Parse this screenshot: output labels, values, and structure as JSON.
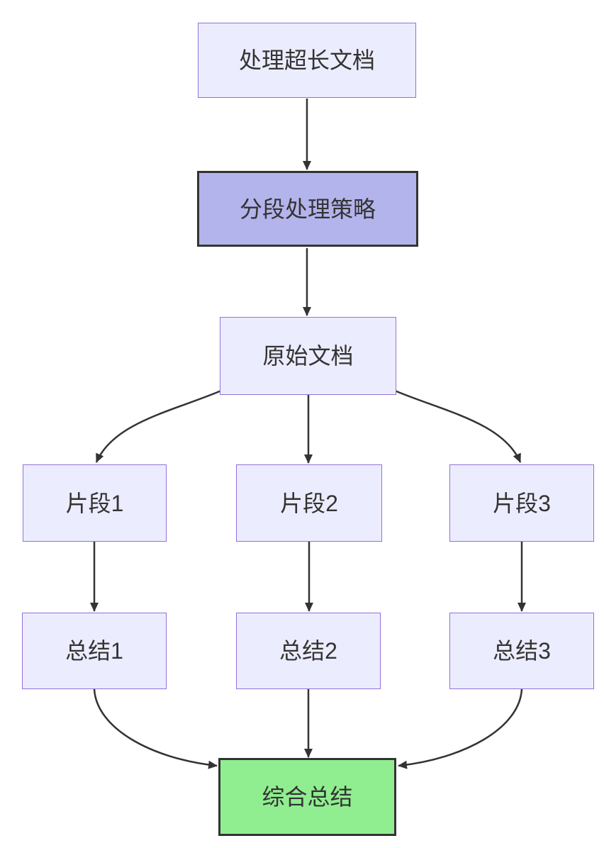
{
  "diagram": {
    "type": "flowchart-top-down",
    "nodes": {
      "task": {
        "label": "处理超长文档",
        "style": "default"
      },
      "strategy": {
        "label": "分段处理策略",
        "style": "highlight"
      },
      "source": {
        "label": "原始文档",
        "style": "default"
      },
      "seg1": {
        "label": "片段1",
        "style": "default"
      },
      "seg2": {
        "label": "片段2",
        "style": "default"
      },
      "seg3": {
        "label": "片段3",
        "style": "default"
      },
      "sum1": {
        "label": "总结1",
        "style": "default"
      },
      "sum2": {
        "label": "总结2",
        "style": "default"
      },
      "sum3": {
        "label": "总结3",
        "style": "default"
      },
      "final": {
        "label": "综合总结",
        "style": "success"
      }
    },
    "edges": [
      {
        "from": "task",
        "to": "strategy"
      },
      {
        "from": "strategy",
        "to": "source"
      },
      {
        "from": "source",
        "to": "seg1"
      },
      {
        "from": "source",
        "to": "seg2"
      },
      {
        "from": "source",
        "to": "seg3"
      },
      {
        "from": "seg1",
        "to": "sum1"
      },
      {
        "from": "seg2",
        "to": "sum2"
      },
      {
        "from": "seg3",
        "to": "sum3"
      },
      {
        "from": "sum1",
        "to": "final"
      },
      {
        "from": "sum2",
        "to": "final"
      },
      {
        "from": "sum3",
        "to": "final"
      }
    ],
    "colors": {
      "background": "#ffffff",
      "node_fill": "#ECECFF",
      "node_border": "#9370DB",
      "highlight_fill": "#b4b4ec",
      "highlight_border": "#333333",
      "success_fill": "#90EE90",
      "success_border": "#333333",
      "edge": "#333333",
      "text": "#333333"
    }
  }
}
